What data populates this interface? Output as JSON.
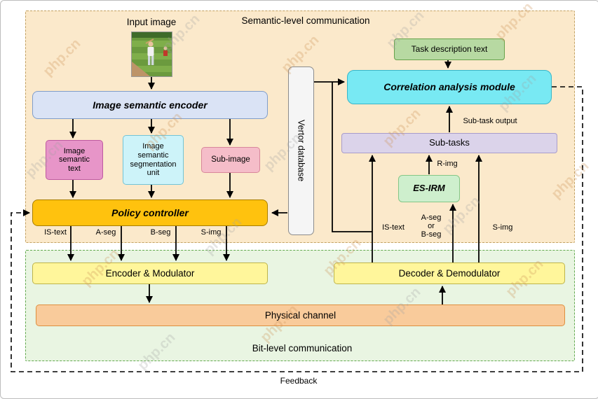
{
  "watermark": "php.cn",
  "regions": {
    "semantic": "Semantic-level communication",
    "bit": "Bit-level communication",
    "feedback": "Feedback"
  },
  "nodes": {
    "input_image_label": "Input image",
    "image_semantic_encoder": "Image semantic encoder",
    "image_semantic_text": "Image semantic text",
    "segmentation_unit": "Image semantic segmentation unit",
    "sub_image": "Sub-image",
    "policy_controller": "Policy controller",
    "vector_database": "Vertor database",
    "task_description": "Task description text",
    "correlation_module": "Correlation analysis module",
    "sub_tasks": "Sub-tasks",
    "es_irm": "ES-IRM",
    "encoder_modulator": "Encoder & Modulator",
    "decoder_demodulator": "Decoder & Demodulator",
    "physical_channel": "Physical channel"
  },
  "edge_labels": {
    "is_text_tx": "IS-text",
    "a_seg": "A-seg",
    "b_seg": "B-seg",
    "s_img_tx": "S-img",
    "is_text_rx": "IS-text",
    "a_or_b_seg": "A-seg\nor\nB-seg",
    "s_img_rx": "S-img",
    "r_img": "R-img",
    "sub_task_output": "Sub-task output"
  },
  "colors": {
    "semantic_region_bg": "#fbe9cb",
    "bit_region_bg": "#e9f5e2",
    "encoder_blue": "#dae3f5",
    "semantic_text_pink": "#e795c8",
    "segmentation_cyan": "#cdf3f9",
    "sub_image_pink": "#f5bdc9",
    "policy_gold": "#ffc20e",
    "database_gray": "#f5f5f5",
    "task_green": "#b7d9a2",
    "correlation_cyan": "#78e9f3",
    "sub_tasks_lavender": "#dbd3ea",
    "es_irm_green": "#ceefcd",
    "modulator_yellow": "#fff69b",
    "channel_orange": "#f9cb9b"
  }
}
